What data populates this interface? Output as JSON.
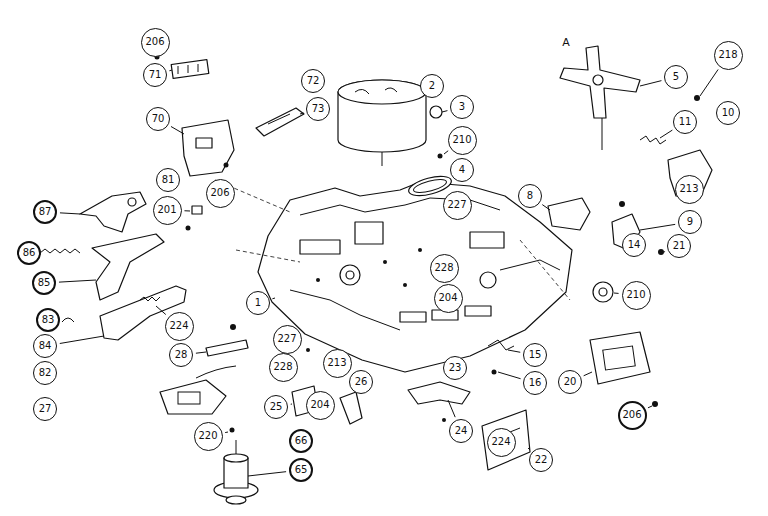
{
  "diagram": {
    "nodes": [
      {
        "text": [
          "206"
        ]
      },
      {
        "text": [
          "72"
        ]
      },
      {
        "text": [
          "2"
        ]
      },
      {
        "text": [
          "5"
        ]
      },
      {
        "text": [
          "218"
        ]
      },
      {
        "text": [
          "71"
        ]
      },
      {
        "text": [
          "3"
        ]
      },
      {
        "text": [
          "73"
        ]
      },
      {
        "text": [
          "10"
        ]
      },
      {
        "text": [
          "70"
        ]
      },
      {
        "text": [
          "11"
        ]
      },
      {
        "text": [
          "210"
        ]
      },
      {
        "text": [
          "4"
        ]
      },
      {
        "text": [
          "81"
        ]
      },
      {
        "text": [
          "206"
        ]
      },
      {
        "text": [
          "8"
        ]
      },
      {
        "text": [
          "213"
        ]
      },
      {
        "text": [
          "227"
        ]
      },
      {
        "text": [
          "201"
        ]
      },
      {
        "text": [
          "87"
        ]
      },
      {
        "text": [
          "9"
        ]
      },
      {
        "text": [
          "14"
        ]
      },
      {
        "text": [
          "21"
        ]
      },
      {
        "text": [
          "86"
        ]
      },
      {
        "text": [
          "228"
        ]
      },
      {
        "text": [
          "85"
        ]
      },
      {
        "text": [
          "210"
        ]
      },
      {
        "text": [
          "204"
        ]
      },
      {
        "text": [
          "1"
        ]
      },
      {
        "text": [
          "83"
        ]
      },
      {
        "text": [
          "224"
        ]
      },
      {
        "text": [
          "227"
        ]
      },
      {
        "text": [
          "84"
        ]
      },
      {
        "text": [
          "28"
        ]
      },
      {
        "text": [
          "15"
        ]
      },
      {
        "text": [
          "213"
        ]
      },
      {
        "text": [
          "228"
        ]
      },
      {
        "text": [
          "23"
        ]
      },
      {
        "text": [
          "82"
        ]
      },
      {
        "text": [
          "26"
        ]
      },
      {
        "text": [
          "16"
        ]
      },
      {
        "text": [
          "20"
        ]
      },
      {
        "text": [
          "25"
        ]
      },
      {
        "text": [
          "204"
        ]
      },
      {
        "text": [
          "27"
        ]
      },
      {
        "text": [
          "206"
        ]
      },
      {
        "text": [
          "24"
        ]
      },
      {
        "text": [
          "220"
        ]
      },
      {
        "text": [
          "66"
        ]
      },
      {
        "text": [
          "224"
        ]
      },
      {
        "text": [
          "22"
        ]
      },
      {
        "text": [
          "65"
        ]
      }
    ],
    "labels": [
      "A"
    ]
  }
}
